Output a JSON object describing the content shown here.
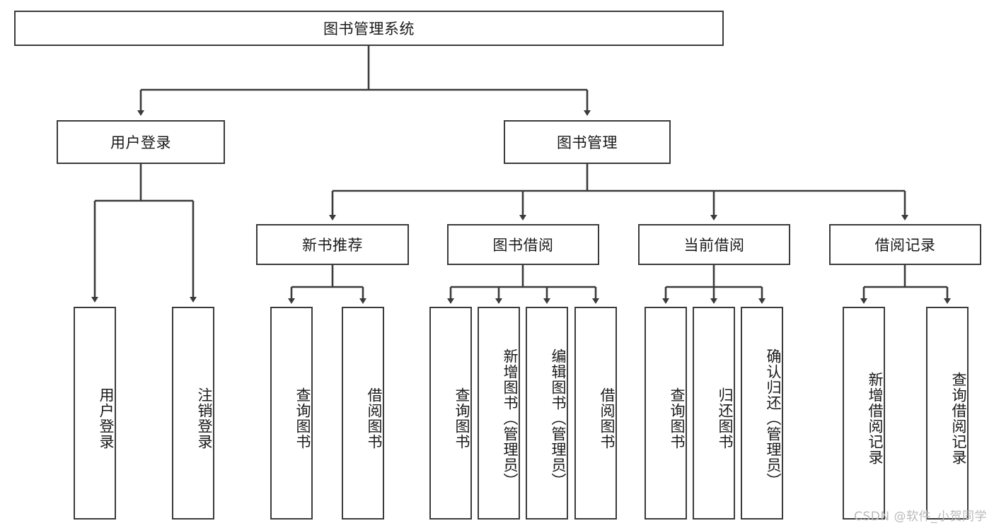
{
  "diagram": {
    "title": "图书管理系统",
    "type": "tree-hierarchy-chart",
    "root": {
      "id": "root",
      "label": "图书管理系统"
    },
    "level2": [
      {
        "id": "user-login",
        "label": "用户登录"
      },
      {
        "id": "book-manage",
        "label": "图书管理"
      }
    ],
    "level3": [
      {
        "id": "new-book-rec",
        "label": "新书推荐"
      },
      {
        "id": "book-borrow",
        "label": "图书借阅"
      },
      {
        "id": "current-borrow",
        "label": "当前借阅"
      },
      {
        "id": "borrow-record",
        "label": "借阅记录"
      }
    ],
    "leaves": {
      "user_login": [
        {
          "id": "leaf-user-login",
          "label": "用户登录"
        },
        {
          "id": "leaf-logout",
          "label": "注销登录"
        }
      ],
      "new_book_rec": [
        {
          "id": "leaf-query-book-1",
          "label": "查询图书"
        },
        {
          "id": "leaf-borrow-book-1",
          "label": "借阅图书"
        }
      ],
      "book_borrow": [
        {
          "id": "leaf-query-book-2",
          "label": "查询图书"
        },
        {
          "id": "leaf-add-book",
          "label": "新增图书（管理员）"
        },
        {
          "id": "leaf-edit-book",
          "label": "编辑图书（管理员）"
        },
        {
          "id": "leaf-borrow-book-2",
          "label": "借阅图书"
        }
      ],
      "current_borrow": [
        {
          "id": "leaf-query-book-3",
          "label": "查询图书"
        },
        {
          "id": "leaf-return-book",
          "label": "归还图书"
        },
        {
          "id": "leaf-confirm-return",
          "label": "确认归还（管理员）"
        }
      ],
      "borrow_record": [
        {
          "id": "leaf-add-record",
          "label": "新增借阅记录"
        },
        {
          "id": "leaf-query-record",
          "label": "查询借阅记录"
        }
      ]
    },
    "colors": {
      "stroke": "#3b3b3b",
      "fill": "#ffffff",
      "text": "#1a1a1a",
      "watermark": "#b9b9b9"
    }
  },
  "watermark": {
    "text": "CSDN @软件_小贺同学"
  }
}
